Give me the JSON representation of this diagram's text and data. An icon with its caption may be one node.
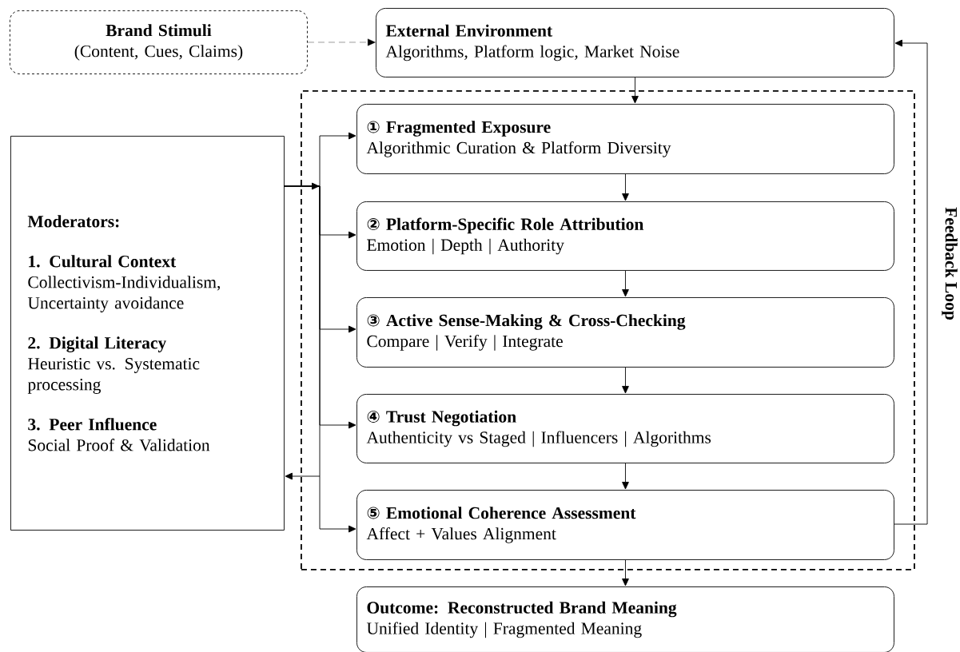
{
  "diagram": {
    "nodes": [
      {
        "text": [
          "Brand Stimuli",
          "(Content, Cues, Claims)"
        ]
      },
      {
        "text": [
          "External Environment",
          "Algorithms, Platform logic, Market Noise"
        ]
      },
      {
        "text": [],
        "shape": "box"
      },
      {
        "text": [
          "① Fragmented Exposure",
          "Algorithmic Curation & Platform Diversity"
        ],
        "in": 2
      },
      {
        "text": [
          "② Platform-Specific Role Attribution",
          "Emotion | Depth | Authority"
        ],
        "in": 2
      },
      {
        "text": [
          "③ Active Sense-Making & Cross-Checking",
          "Compare | Verify | Integrate"
        ],
        "in": 2
      },
      {
        "text": [
          "④ Trust Negotiation",
          "Authenticity vs Staged | Influencers | Algorithms"
        ],
        "in": 2
      },
      {
        "text": [
          "⑤ Emotional Coherence Assessment",
          "Affect + Values Alignment"
        ],
        "in": 2
      },
      {
        "text": [
          "Moderators:",
          "1. Cultural Context",
          "Collectivism-Individualism, Uncertainty avoidance",
          "2. Digital Literacy",
          "Heuristic vs. Systematic processing",
          "3. Peer Influence",
          "Social Proof & Validation"
        ]
      },
      {
        "text": [
          "Outcome: Reconstructed Brand Meaning",
          "Unified Identity | Fragmented Meaning"
        ]
      }
    ],
    "edges": [
      {
        "from": 0,
        "to": 1,
        "arrow": "to",
        "style": "dashed"
      },
      {
        "from": 1,
        "to": 3,
        "arrow": "to"
      },
      {
        "from": 3,
        "to": 4,
        "arrow": "to"
      },
      {
        "from": 4,
        "to": 5,
        "arrow": "to"
      },
      {
        "from": 5,
        "to": 6,
        "arrow": "to"
      },
      {
        "from": 6,
        "to": 7,
        "arrow": "to"
      },
      {
        "from": 7,
        "to": 9,
        "arrow": "to"
      },
      {
        "from": 7,
        "to": 1,
        "arrow": "to",
        "label": "Feedback Loop"
      },
      {
        "from": 8,
        "to": 3,
        "arrow": "to"
      },
      {
        "from": 8,
        "to": 4,
        "arrow": "to"
      },
      {
        "from": 8,
        "to": 5,
        "arrow": "to"
      },
      {
        "from": 8,
        "to": 6,
        "arrow": "to"
      },
      {
        "from": 8,
        "to": 7,
        "arrow": "to"
      },
      {
        "from": null,
        "to": 8,
        "arrow": "to"
      }
    ]
  }
}
